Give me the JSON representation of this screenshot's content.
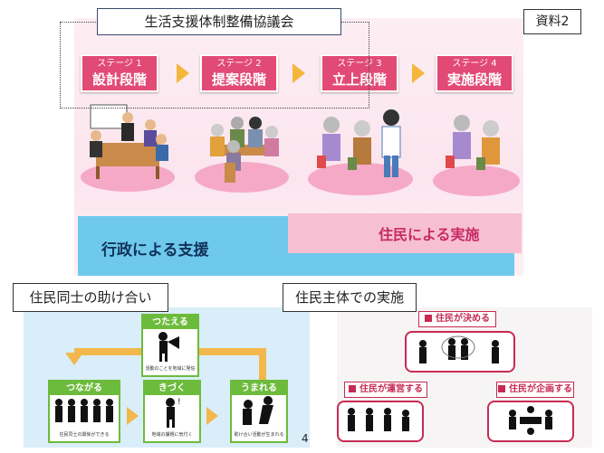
{
  "header": {
    "title": "生活支援体制整備協議会",
    "doc_label": "資料2"
  },
  "stages": [
    {
      "num": "ステージ 1",
      "name": "設計段階"
    },
    {
      "num": "ステージ 2",
      "name": "提案段階"
    },
    {
      "num": "ステージ 3",
      "name": "立上段階"
    },
    {
      "num": "ステージ 4",
      "name": "実施段階"
    }
  ],
  "band": {
    "left_text": "行政による支援",
    "right_text": "住民による実施"
  },
  "bottom_left": {
    "label": "住民同士の助け合い",
    "boxes": [
      {
        "head": "つたえる",
        "caption": "活動のことを地域に発信"
      },
      {
        "head": "つながる",
        "caption": "住民同士の関係ができる"
      },
      {
        "head": "きづく",
        "caption": "地域の課題に気付く"
      },
      {
        "head": "うまれる",
        "caption": "助け合い活動が生まれる"
      }
    ]
  },
  "bottom_right": {
    "label": "住民主体での実施",
    "boxes": [
      {
        "head": "住民が決める"
      },
      {
        "head": "住民が運営する"
      },
      {
        "head": "住民が企画する"
      }
    ]
  },
  "page_number": "4",
  "colors": {
    "stage_pink": "#e24a76",
    "arrow_orange": "#f5b63c",
    "band_blue": "#6ec9ec",
    "band_pink": "#f7c0d2",
    "green": "#6dbb3c",
    "crimson": "#c82a53"
  }
}
